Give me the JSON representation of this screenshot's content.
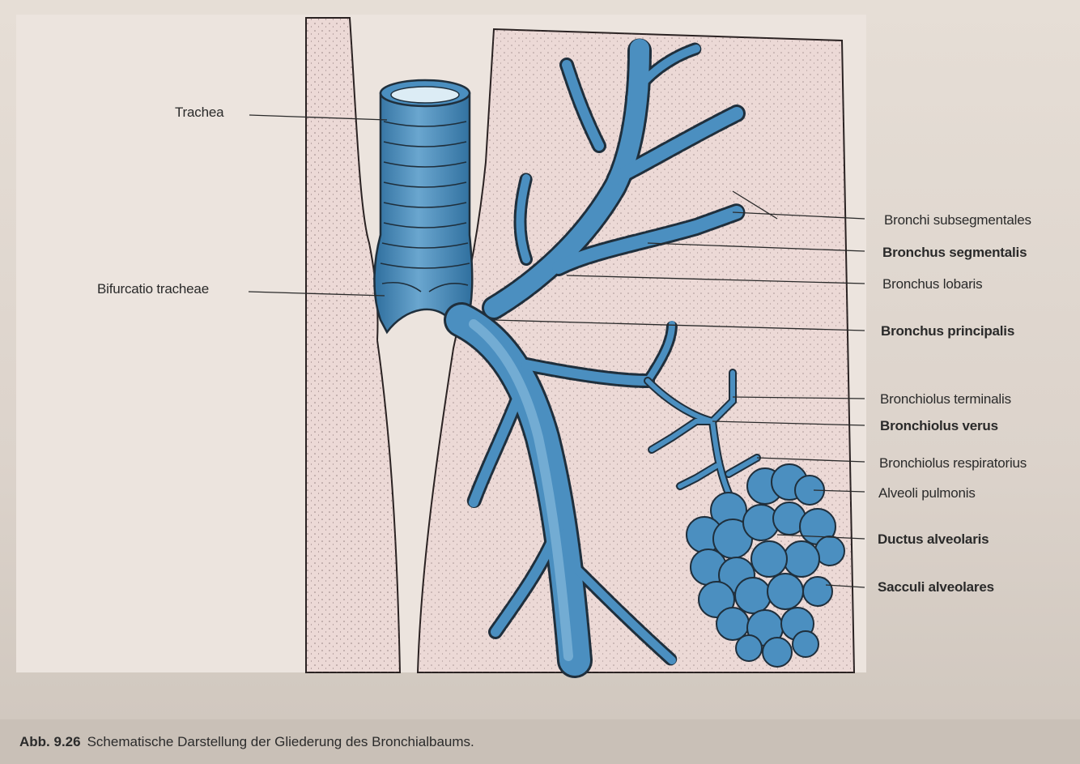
{
  "labels": {
    "trachea": "Trachea",
    "bifurcatio": "Bifurcatio tracheae",
    "bronchi_subsegmentales": "Bronchi subsegmentales",
    "bronchus_segmentalis": "Bronchus segmentalis",
    "bronchus_lobaris": "Bronchus lobaris",
    "bronchus_principalis": "Bronchus principalis",
    "bronchiolus_terminalis": "Bronchiolus terminalis",
    "bronchiolus_verus": "Bronchiolus verus",
    "bronchiolus_respiratorius": "Bronchiolus respiratorius",
    "alveoli_pulmonis": "Alveoli pulmonis",
    "ductus_alveolaris": "Ductus alveolaris",
    "sacculi_alveolares": "Sacculi alveolares"
  },
  "caption": {
    "number": "Abb. 9.26",
    "text": "Schematische Darstellung der Gliederung des Bronchialbaums."
  },
  "colors": {
    "airway": "#4b8fc0",
    "airway_light": "#8dbfe0",
    "outline": "#1f2f3c",
    "tissue": "#e9d8d2"
  }
}
